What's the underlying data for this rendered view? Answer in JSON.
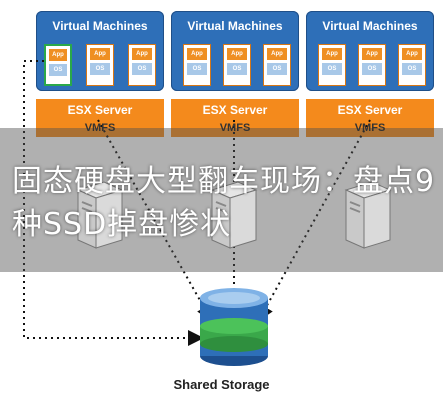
{
  "vm_panels": [
    {
      "title": "Virtual Machines",
      "boxes": [
        {
          "app": "App",
          "os": "OS"
        },
        {
          "app": "App",
          "os": "OS"
        },
        {
          "app": "App",
          "os": "OS"
        }
      ]
    },
    {
      "title": "Virtual Machines",
      "boxes": [
        {
          "app": "App",
          "os": "OS"
        },
        {
          "app": "App",
          "os": "OS"
        },
        {
          "app": "App",
          "os": "OS"
        }
      ]
    },
    {
      "title": "Virtual Machines",
      "boxes": [
        {
          "app": "App",
          "os": "OS"
        },
        {
          "app": "App",
          "os": "OS"
        },
        {
          "app": "App",
          "os": "OS"
        }
      ]
    }
  ],
  "esx_servers": [
    {
      "title": "ESX Server",
      "fs": "VMFS"
    },
    {
      "title": "ESX Server",
      "fs": "VMFS"
    },
    {
      "title": "ESX Server",
      "fs": "VMFS"
    }
  ],
  "headline": "固态硬盘大型翻车现场：盘点9种SSD掉盘惨状",
  "storage": {
    "label": "Shared Storage"
  },
  "colors": {
    "vm_panel": "#2e6fb8",
    "esx_panel": "#f48a1c",
    "app": "#ef8f22",
    "os": "#a8c8e8",
    "selected_border": "#2aa84a",
    "storage_band": "#3aa84a"
  },
  "icons": [
    "server-icon",
    "database-icon"
  ]
}
